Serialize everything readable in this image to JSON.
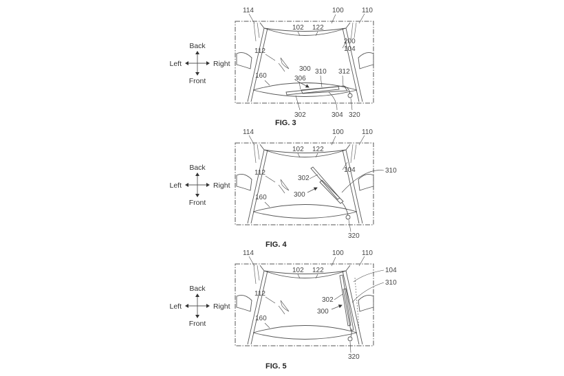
{
  "figures": [
    {
      "caption": "FIG. 3",
      "compass": {
        "up": "Back",
        "down": "Front",
        "left": "Left",
        "right": "Right"
      },
      "labels": [
        "114",
        "100",
        "110",
        "102",
        "122",
        "200",
        "104",
        "112",
        "300",
        "306",
        "310",
        "312",
        "160",
        "302",
        "304",
        "320"
      ]
    },
    {
      "caption": "FIG. 4",
      "compass": {
        "up": "Back",
        "down": "Front",
        "left": "Left",
        "right": "Right"
      },
      "labels": [
        "114",
        "100",
        "110",
        "102",
        "122",
        "104",
        "310",
        "112",
        "302",
        "300",
        "160",
        "320"
      ]
    },
    {
      "caption": "FIG. 5",
      "compass": {
        "up": "Back",
        "down": "Front",
        "left": "Left",
        "right": "Right"
      },
      "labels": [
        "114",
        "100",
        "110",
        "104",
        "102",
        "122",
        "310",
        "112",
        "302",
        "300",
        "160",
        "320"
      ]
    }
  ]
}
